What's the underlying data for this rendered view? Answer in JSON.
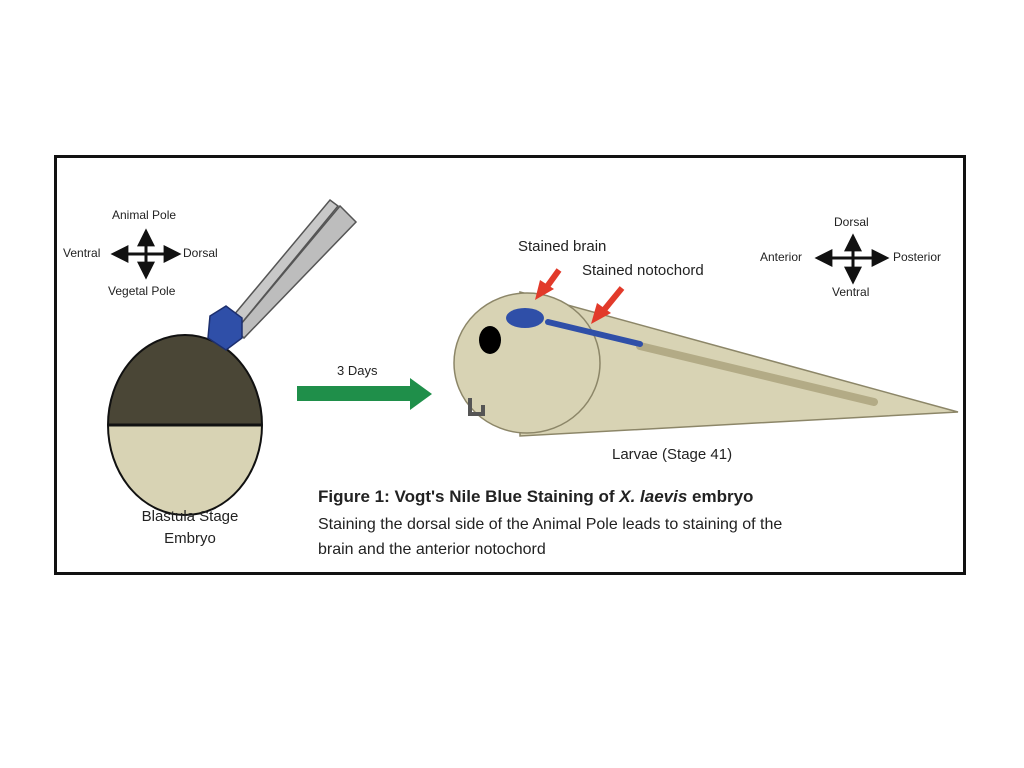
{
  "figure": {
    "orientation_left": {
      "top": "Animal Pole",
      "left": "Ventral",
      "right": "Dorsal",
      "bottom": "Vegetal Pole"
    },
    "orientation_right": {
      "top": "Dorsal",
      "left": "Anterior",
      "right": "Posterior",
      "bottom": "Ventral"
    },
    "arrow_label": "3 Days",
    "embryo_label_line1": "Blastula Stage",
    "embryo_label_line2": "Embryo",
    "stained_brain": "Stained brain",
    "stained_notochord": "Stained notochord",
    "larvae_label": "Larvae (Stage 41)",
    "caption_title_part1": "Figure 1: Vogt's Nile Blue Staining of ",
    "caption_title_italic": "X. laevis",
    "caption_title_part2": " embryo",
    "caption_body_line1": "Staining the dorsal side of the Animal Pole leads to staining of the",
    "caption_body_line2": "brain and the anterior notochord"
  },
  "colors": {
    "animal_half": "#4a4636",
    "vegetal_half": "#d8d3b4",
    "stain_blue": "#2f4fa8",
    "time_arrow": "#1f8f4a",
    "pointer_red": "#e23a2a",
    "larva_fill": "#d8d3b4",
    "notochord_tail": "#b3ab86"
  }
}
